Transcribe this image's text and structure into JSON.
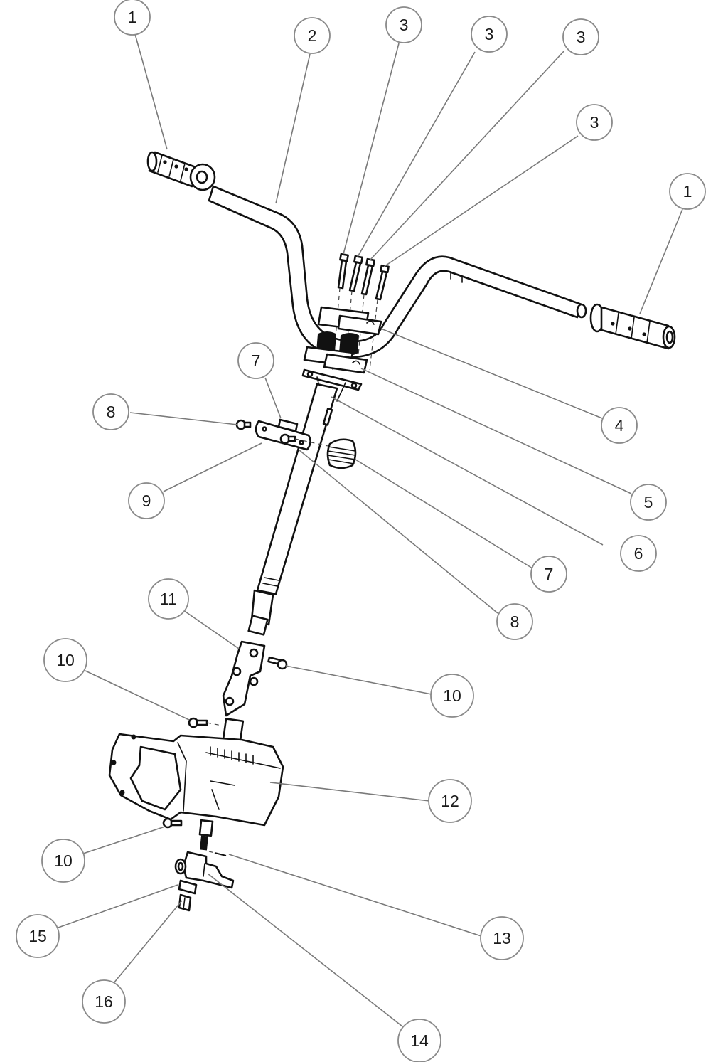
{
  "diagram": {
    "type": "exploded-parts-view",
    "subject": "handlebar and steering column assembly",
    "colors": {
      "line": "#111111",
      "leader": "#7a7a7a",
      "balloon_border": "#8a8a8a",
      "background": "#ffffff"
    },
    "callouts": [
      {
        "id": "c1a",
        "label": "1",
        "part": "left-grip"
      },
      {
        "id": "c2",
        "label": "2",
        "part": "handlebar"
      },
      {
        "id": "c3a",
        "label": "3",
        "part": "clamp-bolt-1"
      },
      {
        "id": "c3b",
        "label": "3",
        "part": "clamp-bolt-2"
      },
      {
        "id": "c3c",
        "label": "3",
        "part": "clamp-bolt-3"
      },
      {
        "id": "c3d",
        "label": "3",
        "part": "clamp-bolt-4"
      },
      {
        "id": "c1b",
        "label": "1",
        "part": "right-grip"
      },
      {
        "id": "c4",
        "label": "4",
        "part": "upper-clamp"
      },
      {
        "id": "c5",
        "label": "5",
        "part": "lower-clamp"
      },
      {
        "id": "c6",
        "label": "6",
        "part": "steering-column-flange"
      },
      {
        "id": "c7a",
        "label": "7",
        "part": "bracket-clip"
      },
      {
        "id": "c8a",
        "label": "8",
        "part": "bracket-nut"
      },
      {
        "id": "c9",
        "label": "9",
        "part": "mounting-bracket"
      },
      {
        "id": "c7b",
        "label": "7",
        "part": "rubber-bushing"
      },
      {
        "id": "c8b",
        "label": "8",
        "part": "bracket-bolt"
      },
      {
        "id": "c11",
        "label": "11",
        "part": "universal-joint"
      },
      {
        "id": "c10a",
        "label": "10",
        "part": "upper-joint-bolt-left"
      },
      {
        "id": "c10b",
        "label": "10",
        "part": "upper-joint-bolt-right"
      },
      {
        "id": "c12",
        "label": "12",
        "part": "steering-gearbox"
      },
      {
        "id": "c10c",
        "label": "10",
        "part": "gearbox-bolt"
      },
      {
        "id": "c13",
        "label": "13",
        "part": "pin"
      },
      {
        "id": "c14",
        "label": "14",
        "part": "pitman-arm"
      },
      {
        "id": "c15",
        "label": "15",
        "part": "washer"
      },
      {
        "id": "c16",
        "label": "16",
        "part": "nut"
      }
    ]
  }
}
